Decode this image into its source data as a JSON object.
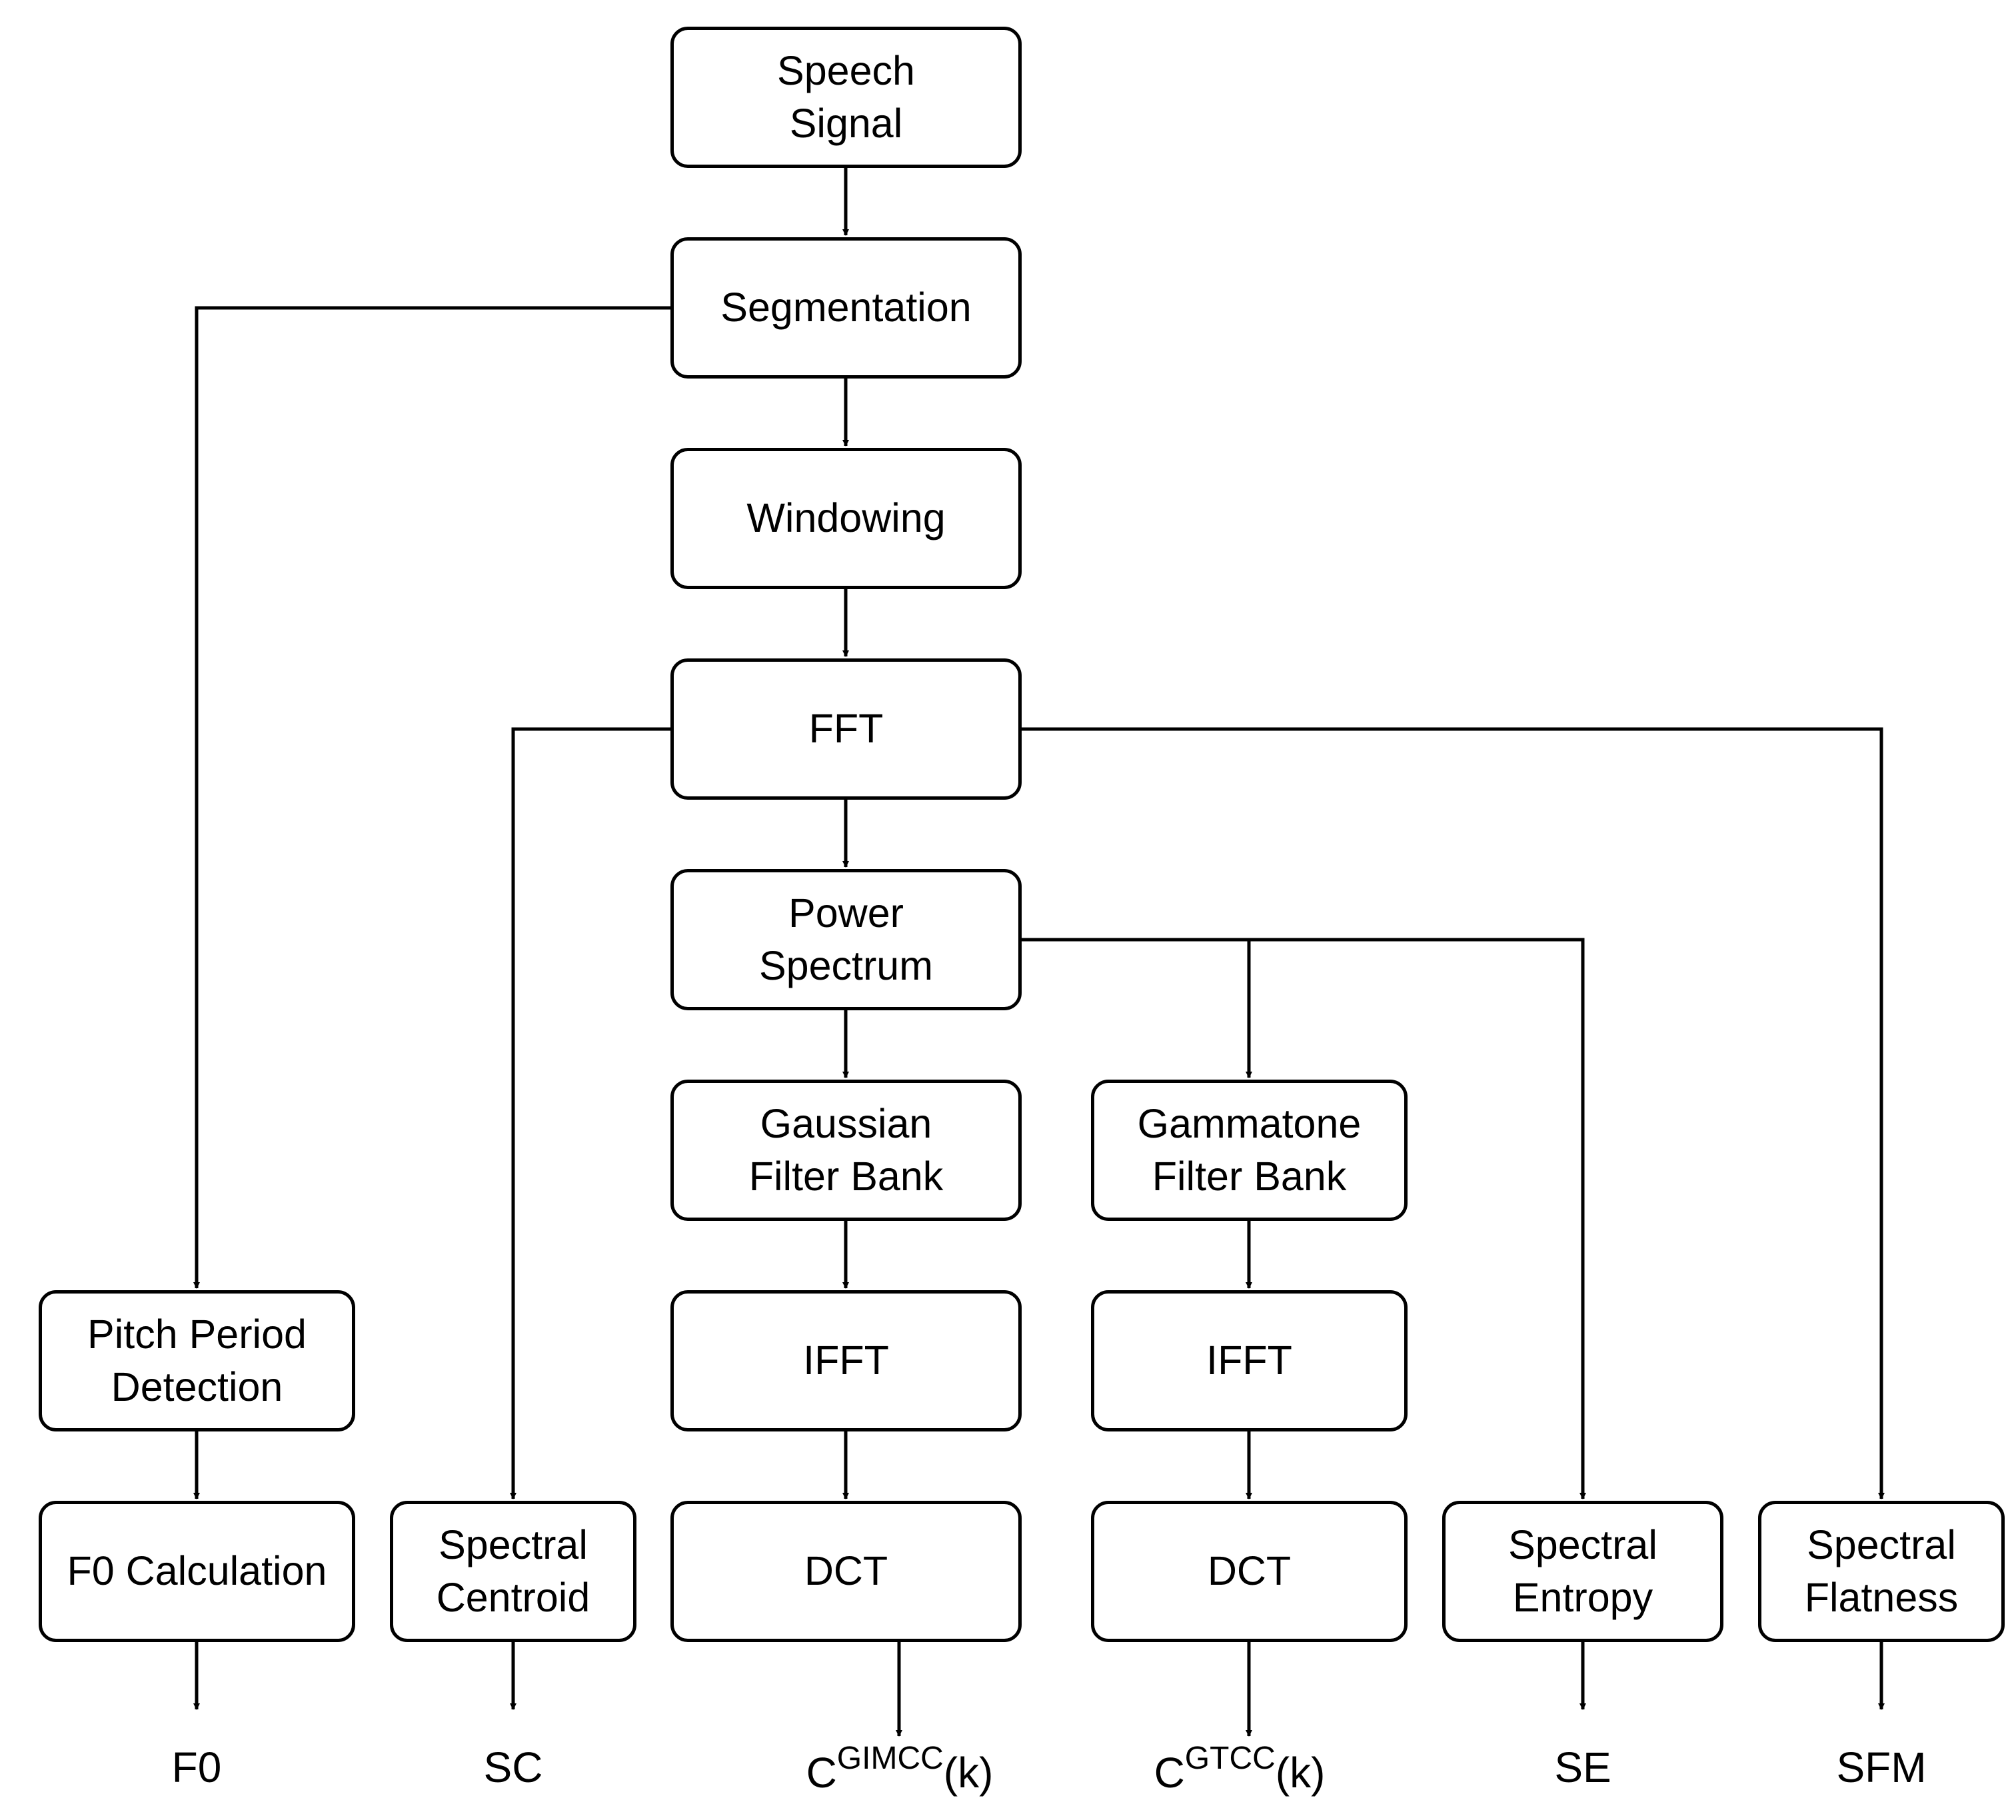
{
  "nodes": {
    "speech_signal": [
      "Speech",
      "Signal"
    ],
    "segmentation": [
      "Segmentation"
    ],
    "windowing": [
      "Windowing"
    ],
    "fft": [
      "FFT"
    ],
    "power_spectrum": [
      "Power",
      "Spectrum"
    ],
    "gaussian_filter_bank": [
      "Gaussian",
      "Filter Bank"
    ],
    "gammatone_filter_bank": [
      "Gammatone",
      "Filter Bank"
    ],
    "ifft_gaussian": [
      "IFFT"
    ],
    "ifft_gammatone": [
      "IFFT"
    ],
    "dct_gaussian": [
      "DCT"
    ],
    "dct_gammatone": [
      "DCT"
    ],
    "pitch_period_detection": [
      "Pitch Period",
      "Detection"
    ],
    "f0_calculation": [
      "F0 Calculation"
    ],
    "spectral_centroid": [
      "Spectral",
      "Centroid"
    ],
    "spectral_entropy": [
      "Spectral",
      "Entropy"
    ],
    "spectral_flatness": [
      "Spectral",
      "Flatness"
    ]
  },
  "outputs": {
    "f0": "F0",
    "sc": "SC",
    "gimcc": {
      "base": "C",
      "sup": "GIMCC",
      "arg": "(k)"
    },
    "gtcc": {
      "base": "C",
      "sup": "GTCC",
      "arg": "(k)"
    },
    "se": "SE",
    "sfm": "SFM"
  }
}
